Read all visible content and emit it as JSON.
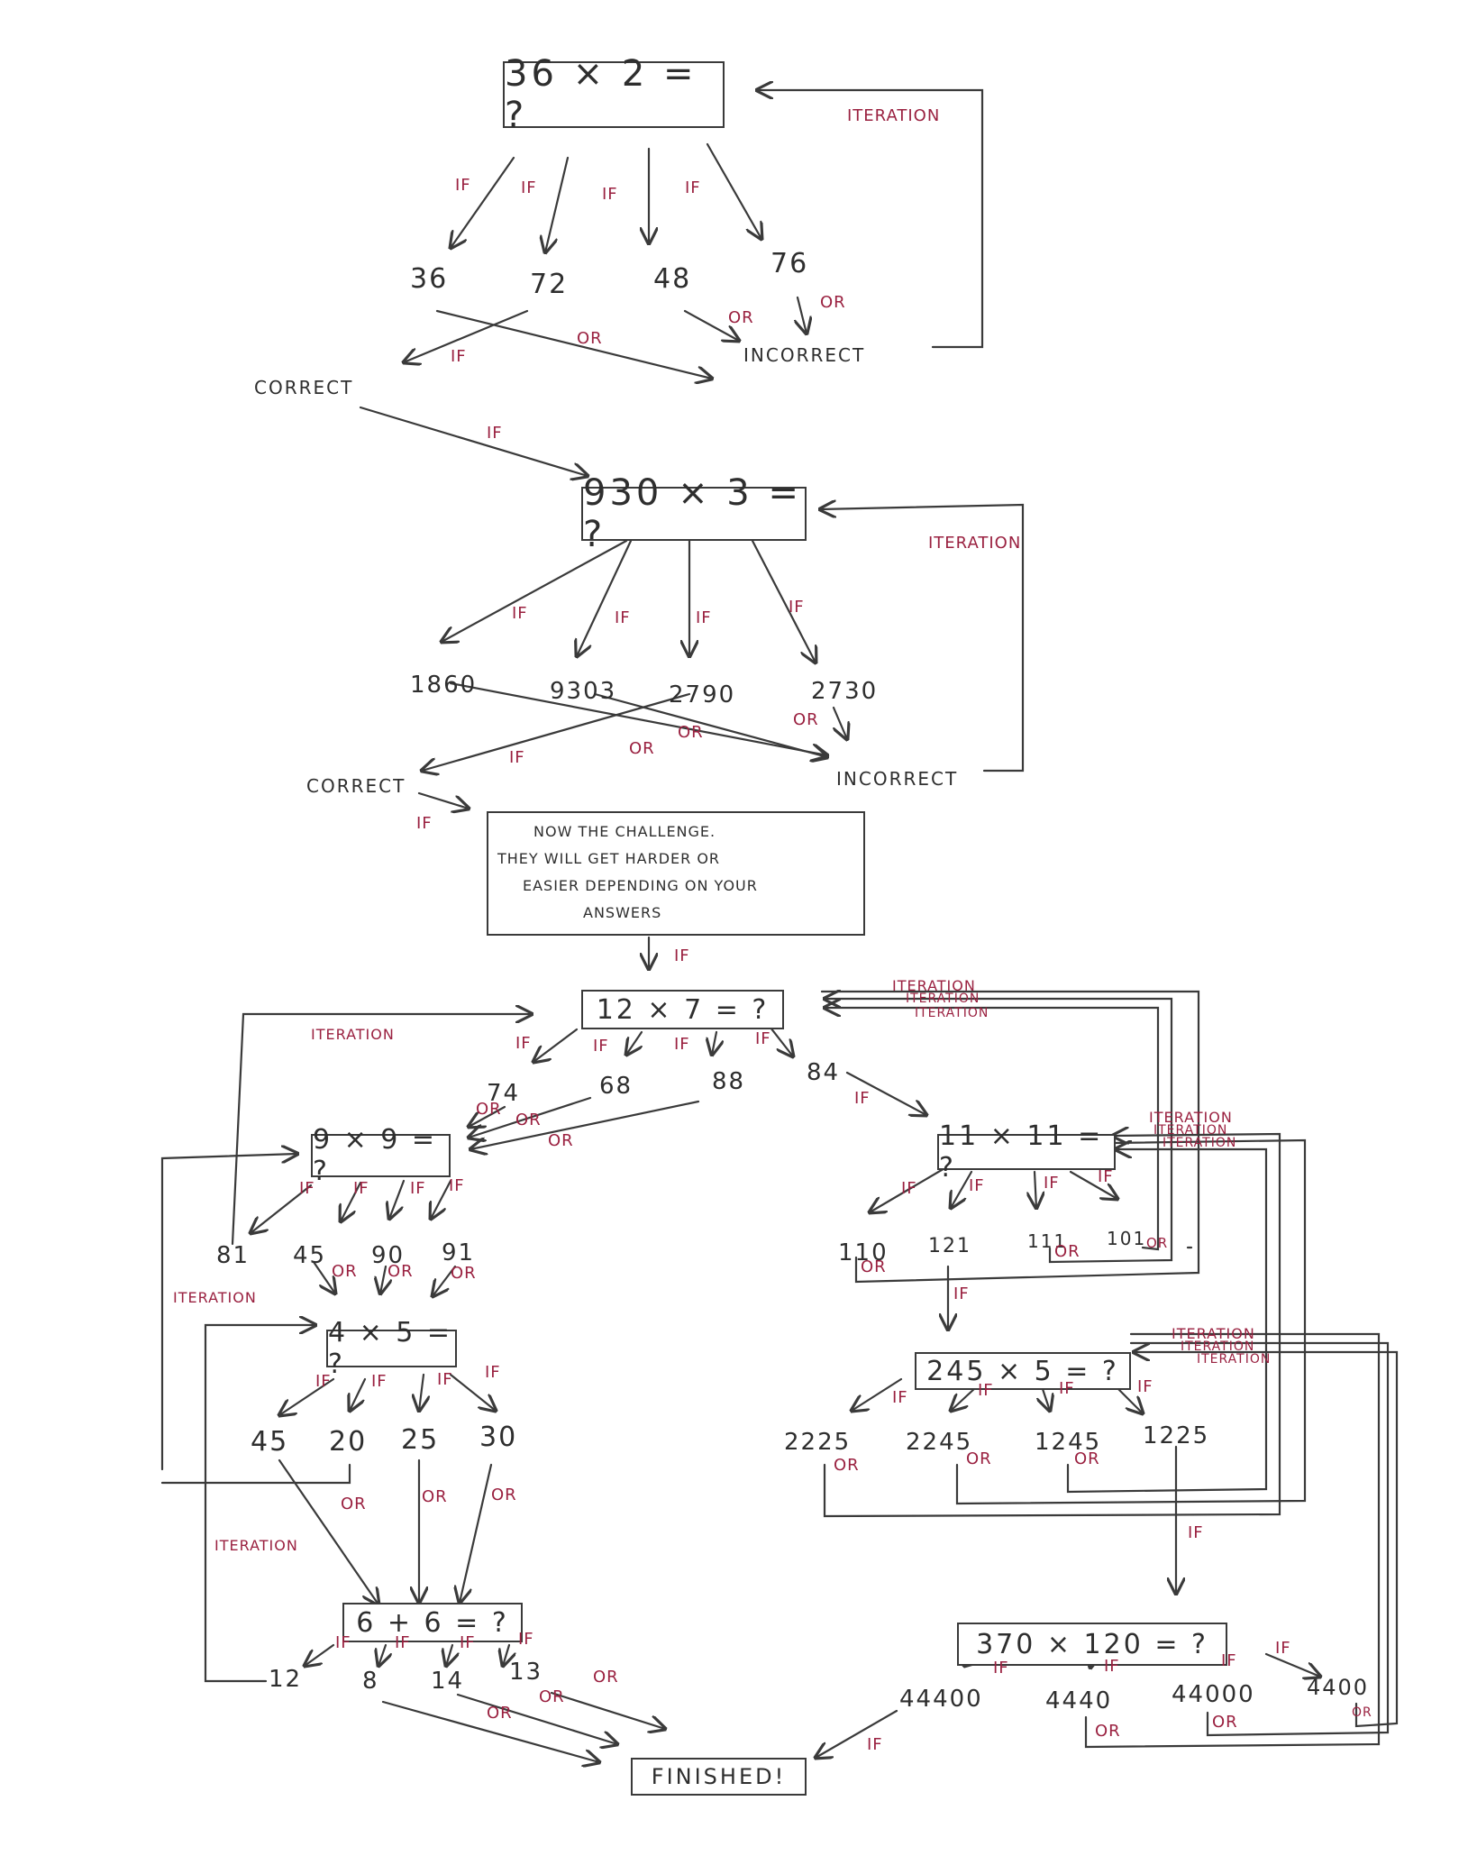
{
  "colors": {
    "ink": "#3a3a3a",
    "annotation": "#9a2140",
    "paper": "#ffffff"
  },
  "flow1": {
    "question": "36 × 2 = ?",
    "answers": [
      "36",
      "72",
      "48",
      "76"
    ],
    "correct": "CORRECT",
    "incorrect": "INCORRECT",
    "loop_label": "ITERATION"
  },
  "flow2": {
    "question": "930 × 3 = ?",
    "answers": [
      "1860",
      "9303",
      "2790",
      "2730"
    ],
    "correct": "CORRECT",
    "incorrect": "INCORRECT",
    "loop_label": "ITERATION"
  },
  "challenge_note": {
    "lines": [
      "NOW THE CHALLENGE.",
      "THEY WILL GET HARDER OR",
      "EASIER DEPENDING ON YOUR",
      "ANSWERS"
    ]
  },
  "flow3": {
    "question": "12 × 7 = ?",
    "answers": [
      "74",
      "68",
      "88",
      "84"
    ],
    "loop_labels": [
      "ITERATION",
      "ITERATION",
      "ITERATION",
      "ITERATION"
    ]
  },
  "flow4": {
    "question": "9 × 9 = ?",
    "answers": [
      "81",
      "45",
      "90",
      "91"
    ],
    "loop_label": "ITERATION"
  },
  "flow5": {
    "question": "11 × 11 = ?",
    "answers": [
      "110",
      "121",
      "111",
      "101"
    ],
    "loop_labels": [
      "ITERATION",
      "ITERATION",
      "ITERATION"
    ]
  },
  "flow6": {
    "question": "4 × 5 = ?",
    "answers": [
      "45",
      "20",
      "25",
      "30"
    ],
    "loop_label": "ITERATION"
  },
  "flow7": {
    "question": "245 × 5 = ?",
    "answers": [
      "2225",
      "2245",
      "1245",
      "1225"
    ],
    "loop_labels": [
      "ITERATION",
      "ITERATION",
      "ITERATION"
    ]
  },
  "flow8": {
    "question": "6 + 6 = ?",
    "answers": [
      "12",
      "8",
      "14",
      "13"
    ]
  },
  "flow9": {
    "question": "370 × 120 = ?",
    "answers": [
      "44400",
      "4440",
      "44000",
      "4400"
    ]
  },
  "finished": "FINISHED!",
  "labels": {
    "if": "IF",
    "or": "OR"
  }
}
